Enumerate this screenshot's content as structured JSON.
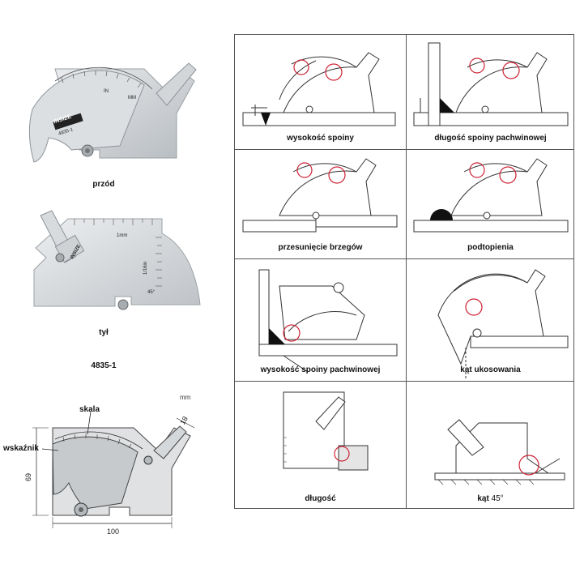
{
  "left_panel": {
    "front_caption": "przód",
    "back_caption": "tył",
    "model_number": "4835-1",
    "front_brand": "INSIZE",
    "front_model": "4835-1",
    "front_scale_unit": "MM",
    "front_scale_label_in": "IN",
    "back_scale_label": "1mm",
    "back_fraction_label": "1/16in",
    "back_angle_label": "45°",
    "back_brand": "INSIZE",
    "diagram": {
      "unit": "mm",
      "label_scale": "skala",
      "label_indicator": "wskaźnik",
      "dim_width": "100",
      "dim_height": "69",
      "dim_top": "18"
    }
  },
  "right_panel": {
    "cells": [
      {
        "caption": "wysokość spoiny"
      },
      {
        "caption": "długość spoiny pachwinowej"
      },
      {
        "caption": "przesunięcie brzegów"
      },
      {
        "caption": "podtopienia"
      },
      {
        "caption": "wysokość spoiny pachwinowej"
      },
      {
        "caption": "kąt ukosowania"
      },
      {
        "caption": "długość"
      },
      {
        "caption": "kąt",
        "caption_suffix": "45°"
      }
    ]
  },
  "colors": {
    "metal": "#c9cdd1",
    "metal_light": "#e4e6e8",
    "outline": "#333333",
    "highlight_circle": "#cc2233",
    "weld": "#111111"
  }
}
